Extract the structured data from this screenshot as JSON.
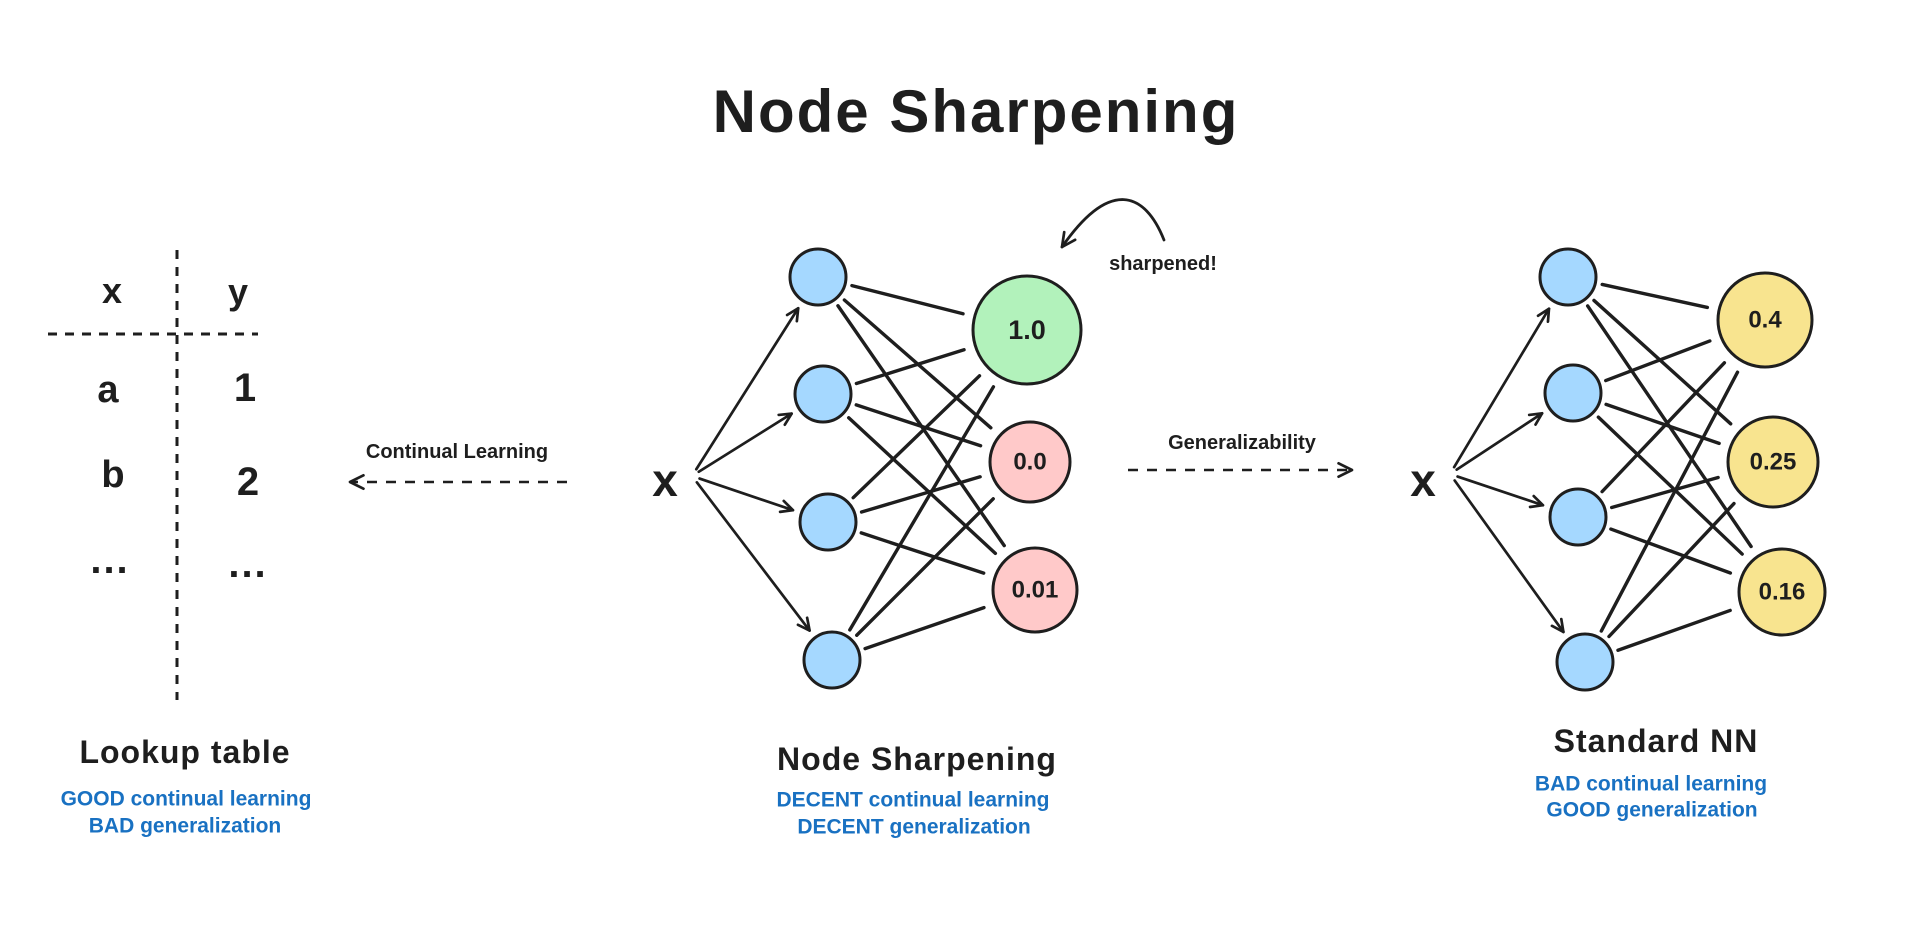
{
  "title": "Node Sharpening",
  "colors": {
    "ink": "#1e1e1e",
    "label_blue": "#1971c2",
    "node_blue": "#a5d8ff",
    "node_green": "#b2f2bb",
    "node_pink": "#ffc9c9",
    "node_yellow": "#f8e48f"
  },
  "lookup_table": {
    "col_headers": [
      "x",
      "y"
    ],
    "rows": [
      [
        "a",
        "1"
      ],
      [
        "b",
        "2"
      ],
      [
        "...",
        "..."
      ]
    ],
    "caption": "Lookup table",
    "notes": [
      "GOOD continual learning",
      "BAD generalization"
    ]
  },
  "flow_arrows": {
    "left": {
      "label": "Continual Learning",
      "direction": "left"
    },
    "right": {
      "label": "Generalizability",
      "direction": "right"
    }
  },
  "sharpening_network": {
    "input_label": "x",
    "hidden_nodes": 4,
    "outputs": [
      {
        "value": "1.0",
        "color": "green"
      },
      {
        "value": "0.0",
        "color": "pink"
      },
      {
        "value": "0.01",
        "color": "pink"
      }
    ],
    "annotation": "sharpened!",
    "caption": "Node Sharpening",
    "notes": [
      "DECENT continual learning",
      "DECENT generalization"
    ]
  },
  "standard_network": {
    "input_label": "x",
    "hidden_nodes": 4,
    "outputs": [
      {
        "value": "0.4",
        "color": "yellow"
      },
      {
        "value": "0.25",
        "color": "yellow"
      },
      {
        "value": "0.16",
        "color": "yellow"
      }
    ],
    "caption": "Standard NN",
    "notes": [
      "BAD continual learning",
      "GOOD generalization"
    ]
  }
}
